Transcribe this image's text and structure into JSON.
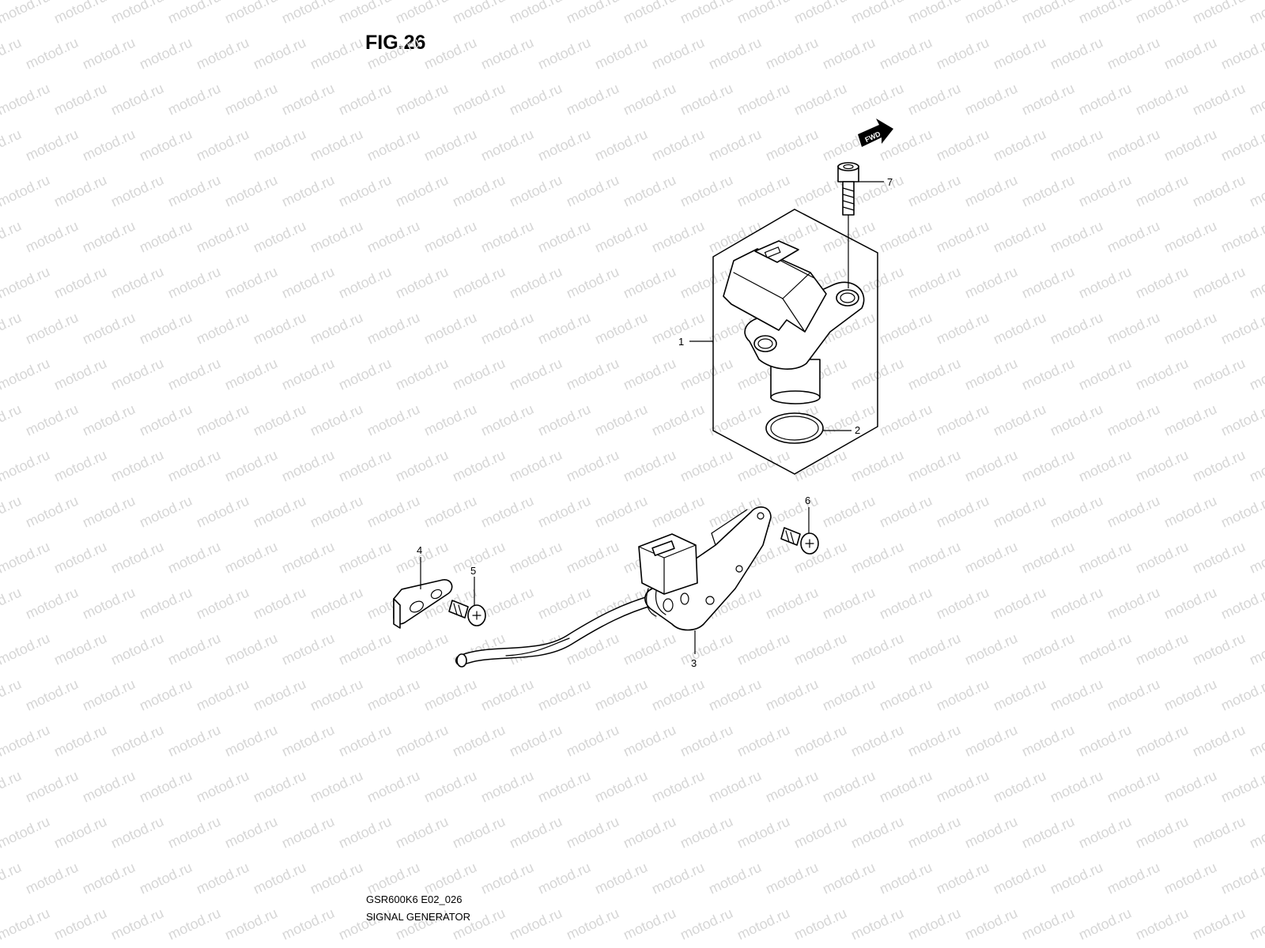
{
  "figure": {
    "title": "FIG.26",
    "model_code": "GSR600K6 E02_026",
    "caption": "SIGNAL GENERATOR"
  },
  "watermark": {
    "text": "motod.ru",
    "color": "#d6d6d6"
  },
  "direction_arrow": {
    "label": "FWD"
  },
  "callouts": [
    {
      "id": "1",
      "part": "signal generator"
    },
    {
      "id": "2",
      "part": "o-ring"
    },
    {
      "id": "3",
      "part": "signal generator wiring bracket"
    },
    {
      "id": "4",
      "part": "clamp"
    },
    {
      "id": "5",
      "part": "screw"
    },
    {
      "id": "6",
      "part": "screw"
    },
    {
      "id": "7",
      "part": "bolt"
    }
  ]
}
